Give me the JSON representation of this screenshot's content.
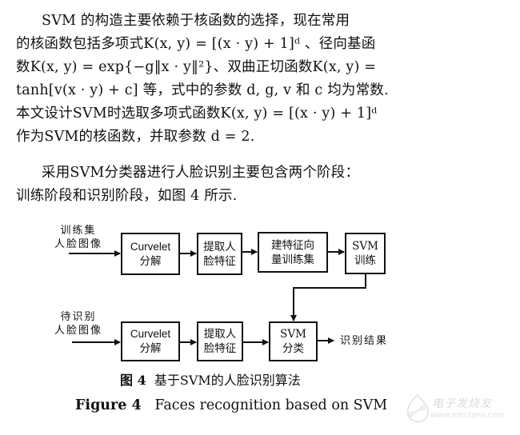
{
  "paragraphs": [
    {
      "lines": [
        "SVM 的构造主要依赖于核函数的选择，现在常用",
        "的核函数包括多项式K(x, y) = [(x · y) + 1]ᵈ 、径向基函",
        "数K(x, y) = exp{−g‖x · y‖²}、双曲正切函数K(x, y) =",
        "tanh[v(x · y) + c] 等，式中的参数 d, g, v 和 c 均为常数.",
        "本文设计SVM时选取多项式函数K(x, y) = [(x · y) + 1]ᵈ",
        "作为SVM的核函数，并取参数 d = 2."
      ]
    },
    {
      "lines": [
        "采用SVM分类器进行人脸识别主要包含两个阶段：",
        "训练阶段和识别阶段，如图 4 所示."
      ]
    }
  ],
  "diagram": {
    "train_input": [
      "训练集",
      "人脸图像"
    ],
    "test_input": [
      "待识别",
      "人脸图像"
    ],
    "train_boxes": [
      {
        "l1": "Curvelet",
        "l2": "分解"
      },
      {
        "l1": "提取人",
        "l2": "脸特征"
      },
      {
        "l1": "建特征向",
        "l2": "量训练集"
      },
      {
        "l1": "SVM",
        "l2": "训练"
      }
    ],
    "test_boxes": [
      {
        "l1": "Curvelet",
        "l2": "分解"
      },
      {
        "l1": "提取人",
        "l2": "脸特征"
      },
      {
        "l1": "SVM",
        "l2": "分类"
      }
    ],
    "output": "识别结果"
  },
  "caption": {
    "cn_label": "图 4",
    "cn_text": "基于SVM的人脸识别算法",
    "en_label": "Figure 4",
    "en_text": "Faces recognition based on SVM"
  },
  "watermark": {
    "text": "电子发烧友",
    "url": "www.elecfans.com"
  }
}
